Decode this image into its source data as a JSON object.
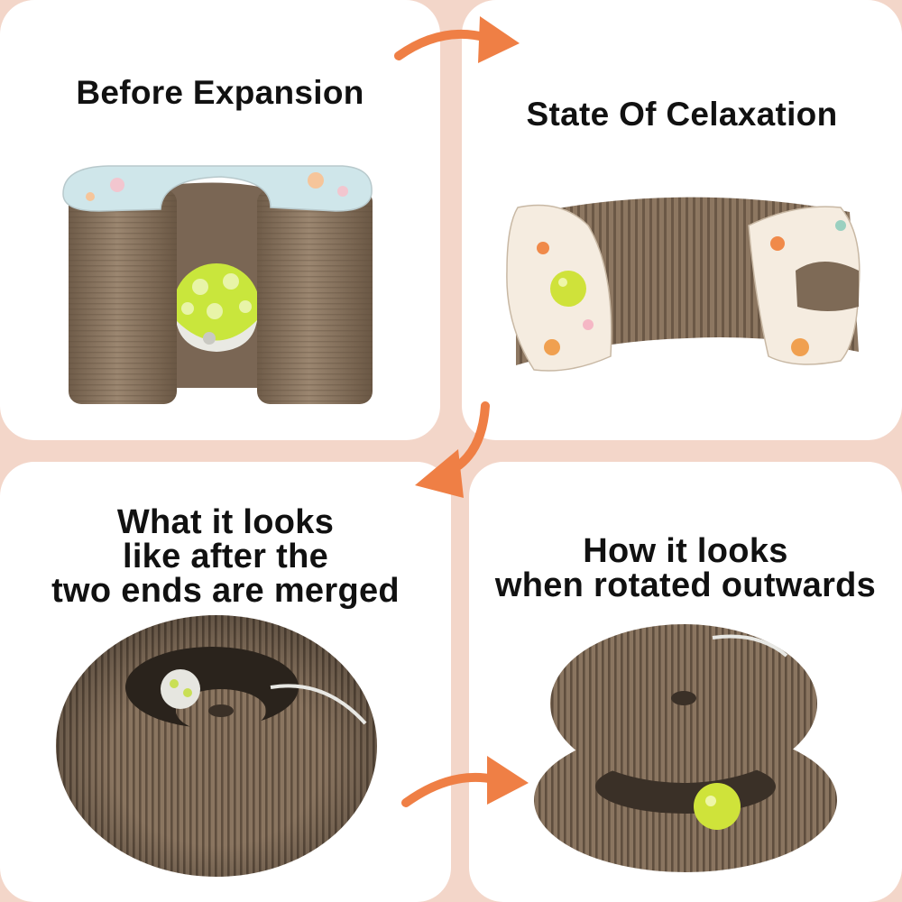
{
  "panels": [
    {
      "caption": "Before Expansion"
    },
    {
      "caption": "State Of Celaxation"
    },
    {
      "caption": "What it looks\nlike after the\ntwo ends are merged"
    },
    {
      "caption": "How it looks\nwhen rotated outwards"
    }
  ],
  "colors": {
    "background": "#f3d6c9",
    "panel": "#ffffff",
    "arrow": "#ef7f45",
    "cardboard": "#8a7560",
    "ball_green": "#c8e63a",
    "ball_white": "#e8e8e2"
  }
}
